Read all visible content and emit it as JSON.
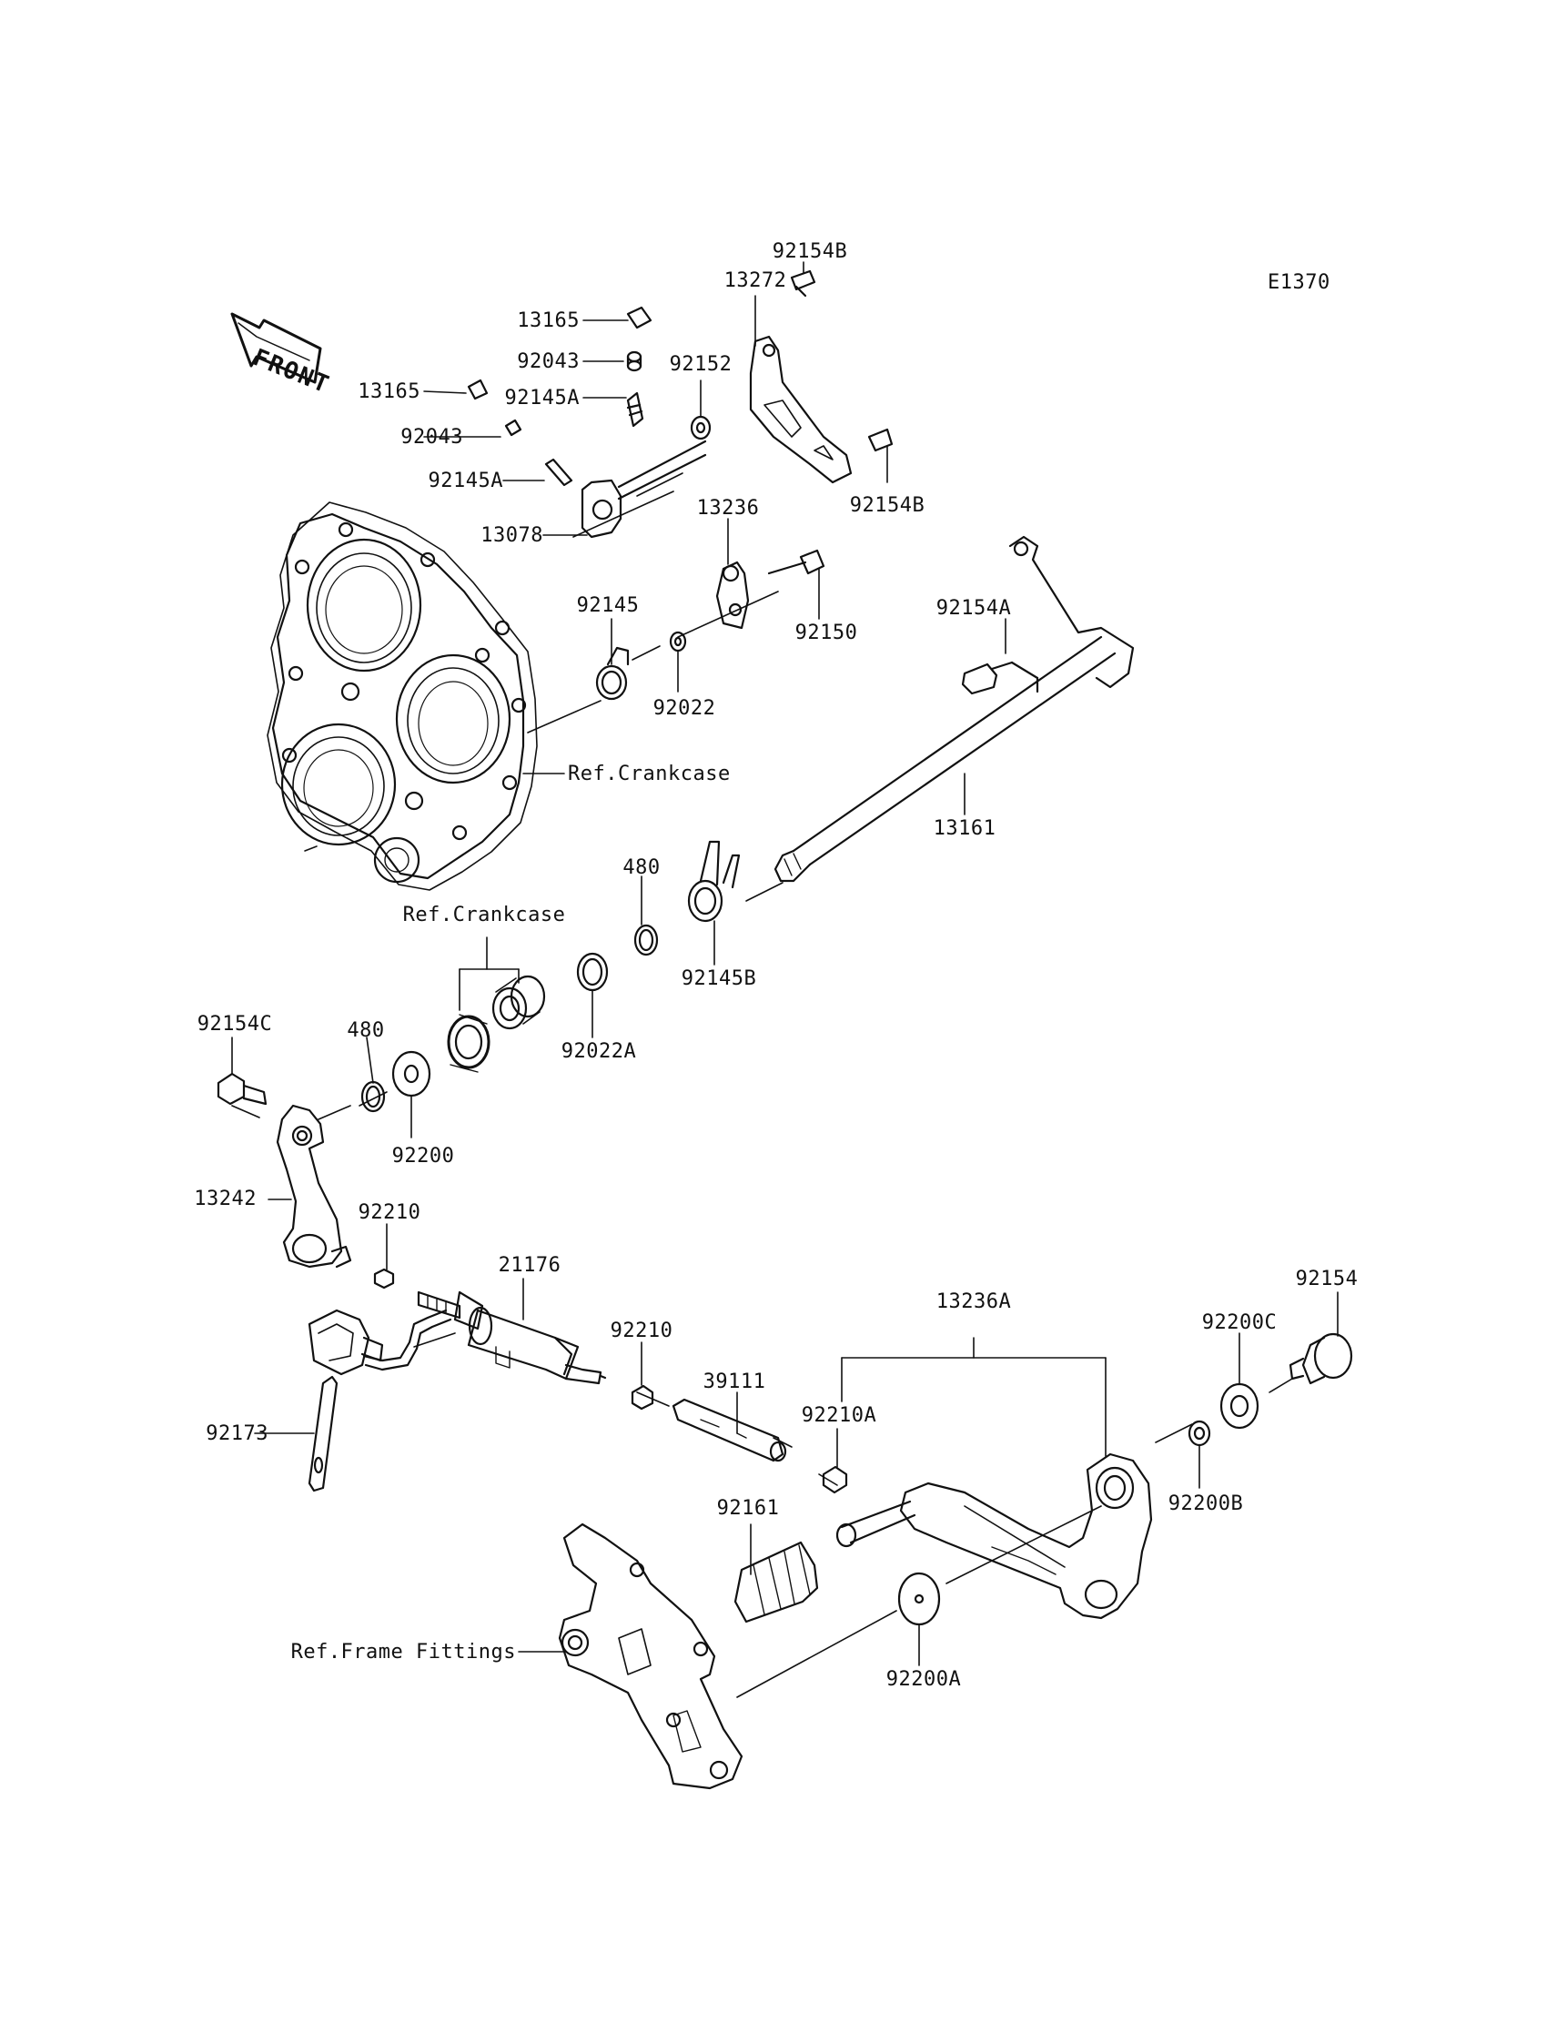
{
  "diagram_code": "E1370",
  "front_label": "FRONT",
  "parts": {
    "p13165_a": "13165",
    "p13165_b": "13165",
    "p92043_a": "92043",
    "p92043_b": "92043",
    "p92145A_a": "92145A",
    "p92145A_b": "92145A",
    "p13078": "13078",
    "p92152": "92152",
    "p13272": "13272",
    "p92154B_a": "92154B",
    "p92154B_b": "92154B",
    "p13236": "13236",
    "p92150": "92150",
    "p92145": "92145",
    "p92022": "92022",
    "p92154A": "92154A",
    "ref_crankcase_a": "Ref.Crankcase",
    "p13161": "13161",
    "p480_a": "480",
    "p92145B": "92145B",
    "ref_crankcase_b": "Ref.Crankcase",
    "p92022A": "92022A",
    "p92154C": "92154C",
    "p480_b": "480",
    "p92200": "92200",
    "p13242": "13242",
    "p92210_a": "92210",
    "p21176": "21176",
    "p92210_b": "92210",
    "p39111": "39111",
    "p13236A": "13236A",
    "p92210A": "92210A",
    "p92154": "92154",
    "p92200C": "92200C",
    "p92200B": "92200B",
    "p92173": "92173",
    "p92161": "92161",
    "p92200A": "92200A",
    "ref_frame_fittings": "Ref.Frame Fittings"
  }
}
